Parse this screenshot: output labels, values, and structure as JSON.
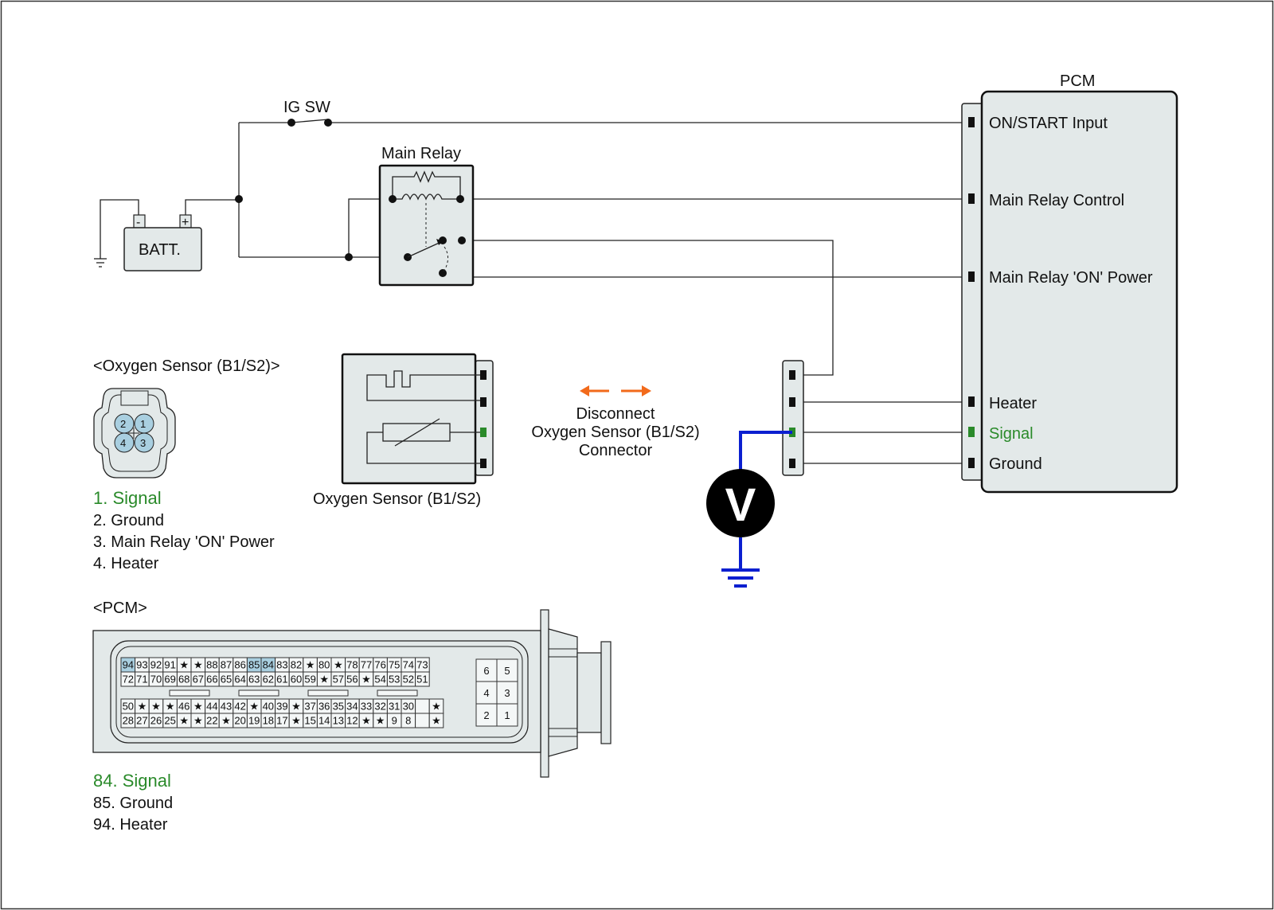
{
  "colors": {
    "signal_green": "#2a8a2a",
    "meter_wire_blue": "#0b1fd0",
    "arrow_orange": "#f26a1b",
    "highlight_cell": "#a9cfe0",
    "component_fill": "#e3e9e9"
  },
  "circuit": {
    "ig_sw": "IG SW",
    "main_relay": "Main Relay",
    "battery": "BATT.",
    "battery_minus": "-",
    "battery_plus": "+",
    "pcm_title": "PCM",
    "pcm_pins": [
      "ON/START Input",
      "Main Relay Control",
      "Main Relay 'ON' Power",
      "Heater",
      "Signal",
      "Ground"
    ],
    "sensor_title": "Oxygen Sensor (B1/S2)",
    "disconnect_note": [
      "Disconnect",
      "Oxygen Sensor (B1/S2)",
      "Connector"
    ],
    "meter_letter": "V"
  },
  "sensor_connector": {
    "title": "<Oxygen Sensor (B1/S2)>",
    "pin_numbers": [
      "2",
      "1",
      "4",
      "3"
    ],
    "pins": [
      {
        "text": "1. Signal",
        "highlight": true
      },
      {
        "text": "2. Ground",
        "highlight": false
      },
      {
        "text": "3. Main Relay 'ON' Power",
        "highlight": false
      },
      {
        "text": "4. Heater",
        "highlight": false
      }
    ]
  },
  "pcm_connector": {
    "title": "<PCM>",
    "row1": [
      "94",
      "93",
      "92",
      "91",
      "★",
      "★",
      "88",
      "87",
      "86",
      "85",
      "84",
      "83",
      "82",
      "★",
      "80",
      "★",
      "78",
      "77",
      "76",
      "75",
      "74",
      "73"
    ],
    "row2": [
      "72",
      "71",
      "70",
      "69",
      "68",
      "67",
      "66",
      "65",
      "64",
      "63",
      "62",
      "61",
      "60",
      "59",
      "★",
      "57",
      "56",
      "★",
      "54",
      "53",
      "52",
      "51"
    ],
    "row3": [
      "50",
      "★",
      "★",
      "★",
      "46",
      "★",
      "44",
      "43",
      "42",
      "★",
      "40",
      "39",
      "★",
      "37",
      "36",
      "35",
      "34",
      "33",
      "32",
      "31",
      "30",
      "",
      "★"
    ],
    "row4": [
      "28",
      "27",
      "26",
      "25",
      "★",
      "★",
      "22",
      "★",
      "20",
      "19",
      "18",
      "17",
      "★",
      "15",
      "14",
      "13",
      "12",
      "★",
      "★",
      "9",
      "8",
      "",
      "★"
    ],
    "highlighted": [
      "94",
      "85",
      "84"
    ],
    "small_block": [
      "6",
      "5",
      "4",
      "3",
      "2",
      "1"
    ],
    "pins": [
      {
        "text": "84. Signal",
        "highlight": true
      },
      {
        "text": "85. Ground",
        "highlight": false
      },
      {
        "text": "94. Heater",
        "highlight": false
      }
    ]
  }
}
